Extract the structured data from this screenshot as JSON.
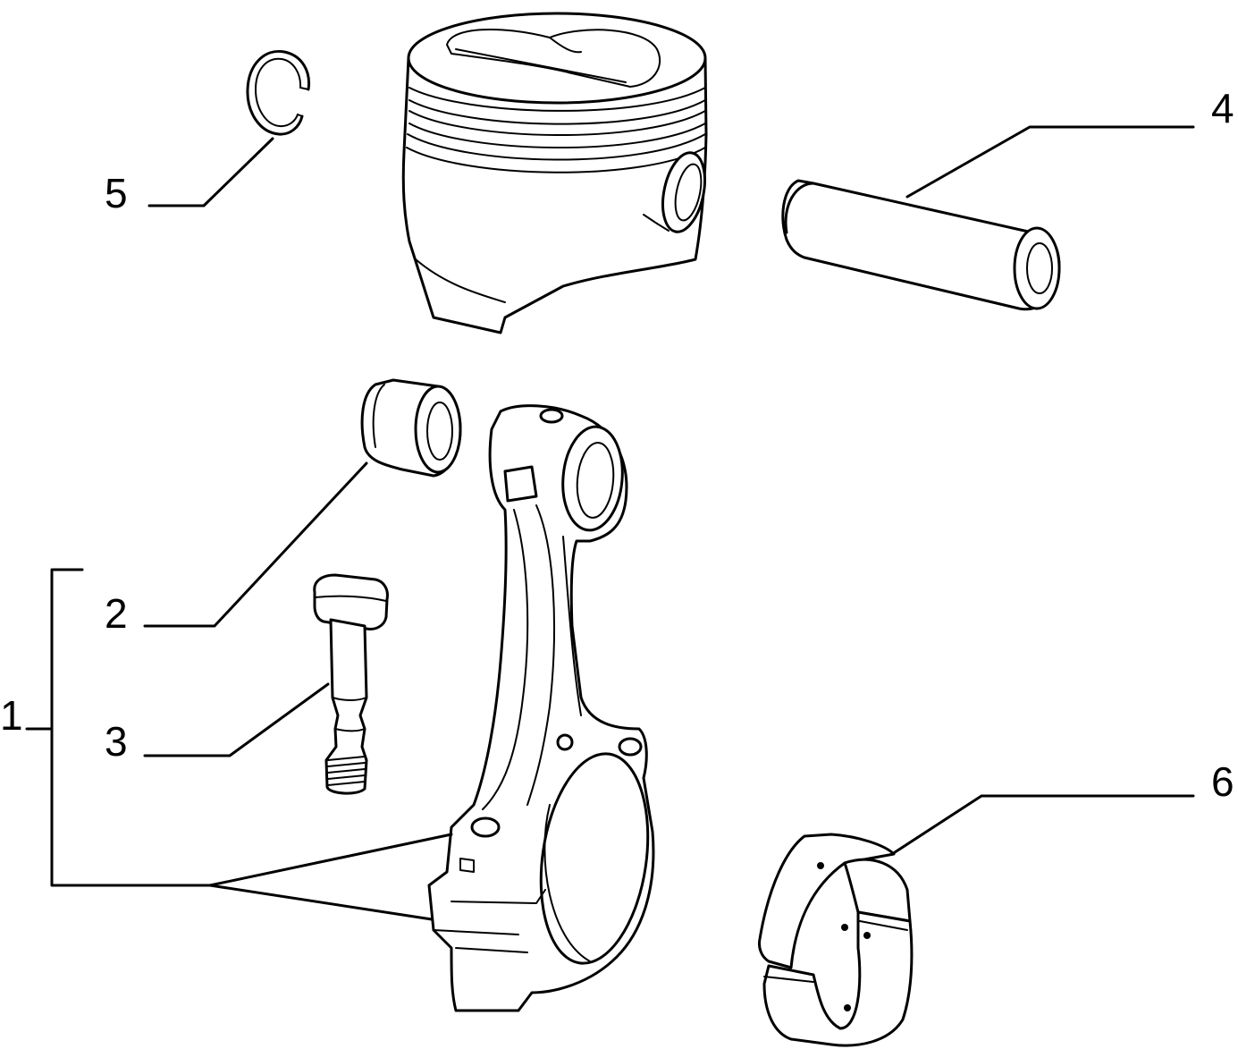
{
  "callouts": {
    "c1": "1",
    "c2": "2",
    "c3": "3",
    "c4": "4",
    "c5": "5",
    "c6": "6"
  },
  "icons": [
    "circlip",
    "piston",
    "piston-pin",
    "small-end-bush",
    "rod-bolt",
    "connecting-rod",
    "big-end-bearing-shells"
  ]
}
